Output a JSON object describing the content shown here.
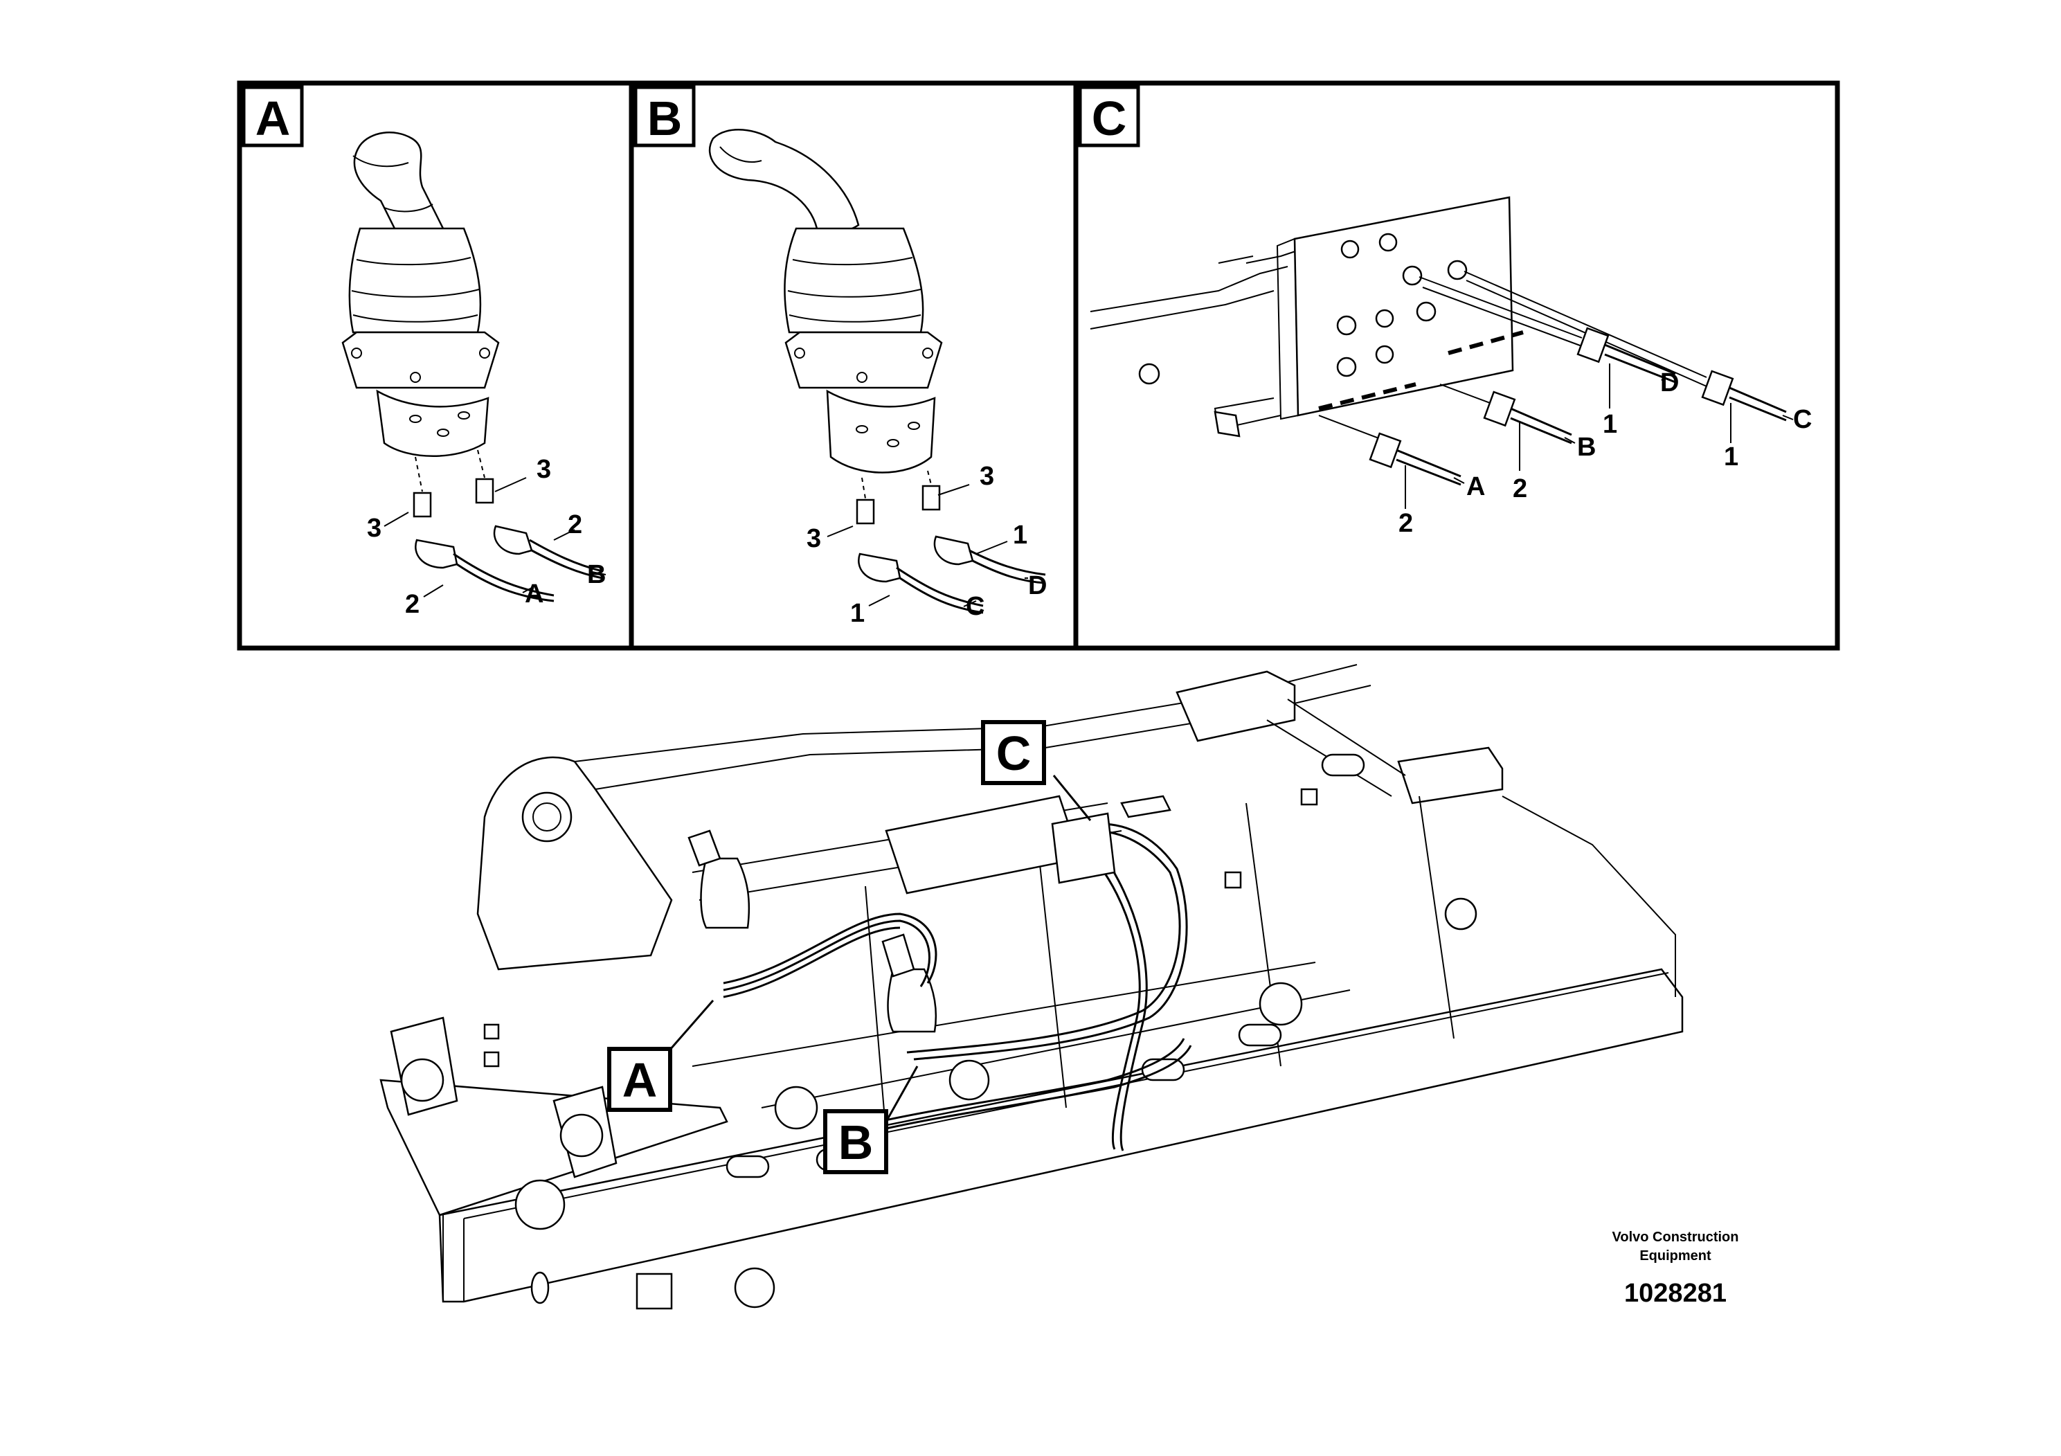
{
  "panels": [
    {
      "id": "A",
      "label": "A",
      "callouts": [
        "3",
        "3",
        "2",
        "2",
        "A",
        "B"
      ]
    },
    {
      "id": "B",
      "label": "B",
      "callouts": [
        "3",
        "3",
        "1",
        "1",
        "C",
        "D"
      ]
    },
    {
      "id": "C",
      "label": "C",
      "callouts": [
        "D",
        "1",
        "C",
        "1",
        "B",
        "2",
        "A",
        "2"
      ]
    }
  ],
  "overview_labels": {
    "a": "A",
    "b": "B",
    "c": "C"
  },
  "footer": {
    "company_line1": "Volvo Construction",
    "company_line2": "Equipment",
    "drawing_number": "1028281"
  }
}
